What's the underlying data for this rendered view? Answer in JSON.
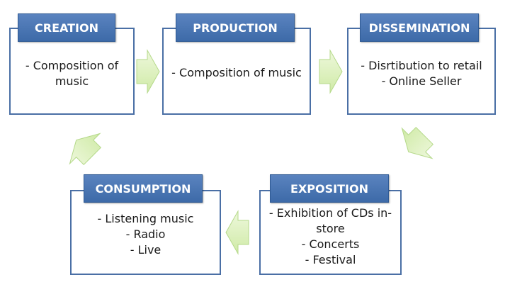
{
  "stages": {
    "creation": {
      "label": "CREATION",
      "text": "- Composition of\nmusic"
    },
    "production": {
      "label": "PRODUCTION",
      "text": "- Composition of music"
    },
    "dissemination": {
      "label": "DISSEMINATION",
      "text": "- Disrtibution to retail\n- Online Seller"
    },
    "exposition": {
      "label": "EXPOSITION",
      "text": "-   Exhibition of CDs in-\nstore\n-   Concerts\n-   Festival"
    },
    "consumption": {
      "label": "CONSUMPTION",
      "text": "- Listening music\n- Radio\n- Live"
    }
  },
  "colors": {
    "label_fill": "#4a76b2",
    "box_border": "#4a6fa5",
    "arrow_fill": "#d9f0b3"
  },
  "icons": {
    "flow_arrow": "right-arrow-icon"
  }
}
